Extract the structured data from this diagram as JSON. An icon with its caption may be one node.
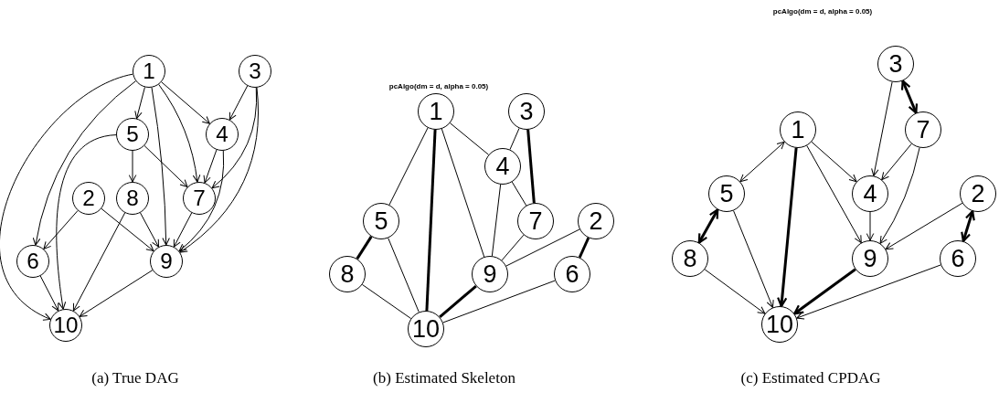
{
  "diagram": {
    "nodes": [
      {
        "text": [
          "1"
        ]
      },
      {
        "text": [
          "2"
        ]
      },
      {
        "text": [
          "3"
        ]
      },
      {
        "text": [
          "4"
        ]
      },
      {
        "text": [
          "5"
        ]
      },
      {
        "text": [
          "6"
        ]
      },
      {
        "text": [
          "7"
        ]
      },
      {
        "text": [
          "8"
        ]
      },
      {
        "text": [
          "9"
        ]
      },
      {
        "text": [
          "10"
        ]
      },
      {
        "text": [
          "1"
        ]
      },
      {
        "text": [
          "2"
        ]
      },
      {
        "text": [
          "3"
        ]
      },
      {
        "text": [
          "4"
        ]
      },
      {
        "text": [
          "5"
        ]
      },
      {
        "text": [
          "6"
        ]
      },
      {
        "text": [
          "7"
        ]
      },
      {
        "text": [
          "8"
        ]
      },
      {
        "text": [
          "9"
        ]
      },
      {
        "text": [
          "10"
        ]
      },
      {
        "text": [
          "1"
        ]
      },
      {
        "text": [
          "2"
        ]
      },
      {
        "text": [
          "3"
        ]
      },
      {
        "text": [
          "4"
        ]
      },
      {
        "text": [
          "5"
        ]
      },
      {
        "text": [
          "6"
        ]
      },
      {
        "text": [
          "7"
        ]
      },
      {
        "text": [
          "8"
        ]
      },
      {
        "text": [
          "9"
        ]
      },
      {
        "text": [
          "10"
        ]
      }
    ],
    "edges": [
      {
        "from": 0,
        "to": 4,
        "arrow": "to"
      },
      {
        "from": 0,
        "to": 3,
        "arrow": "to"
      },
      {
        "from": 0,
        "to": 6,
        "arrow": "to"
      },
      {
        "from": 0,
        "to": 8,
        "arrow": "to"
      },
      {
        "from": 0,
        "to": 5,
        "arrow": "to"
      },
      {
        "from": 0,
        "to": 9,
        "arrow": "to"
      },
      {
        "from": 2,
        "to": 3,
        "arrow": "to"
      },
      {
        "from": 2,
        "to": 6,
        "arrow": "to"
      },
      {
        "from": 2,
        "to": 8,
        "arrow": "to"
      },
      {
        "from": 4,
        "to": 7,
        "arrow": "to"
      },
      {
        "from": 4,
        "to": 6,
        "arrow": "to"
      },
      {
        "from": 4,
        "to": 9,
        "arrow": "to"
      },
      {
        "from": 3,
        "to": 6,
        "arrow": "to"
      },
      {
        "from": 3,
        "to": 8,
        "arrow": "to"
      },
      {
        "from": 1,
        "to": 5,
        "arrow": "to"
      },
      {
        "from": 1,
        "to": 8,
        "arrow": "to"
      },
      {
        "from": 7,
        "to": 8,
        "arrow": "to"
      },
      {
        "from": 7,
        "to": 9,
        "arrow": "to"
      },
      {
        "from": 6,
        "to": 8,
        "arrow": "to"
      },
      {
        "from": 5,
        "to": 9,
        "arrow": "to"
      },
      {
        "from": 8,
        "to": 9,
        "arrow": "to"
      },
      {
        "from": 10,
        "to": 14,
        "arrow": "none"
      },
      {
        "from": 10,
        "to": 19,
        "arrow": "none",
        "style": "thick"
      },
      {
        "from": 10,
        "to": 18,
        "arrow": "none"
      },
      {
        "from": 10,
        "to": 13,
        "arrow": "none"
      },
      {
        "from": 12,
        "to": 13,
        "arrow": "none"
      },
      {
        "from": 12,
        "to": 16,
        "arrow": "none",
        "style": "thick"
      },
      {
        "from": 13,
        "to": 18,
        "arrow": "none"
      },
      {
        "from": 13,
        "to": 16,
        "arrow": "none"
      },
      {
        "from": 14,
        "to": 17,
        "arrow": "none",
        "style": "thick"
      },
      {
        "from": 14,
        "to": 19,
        "arrow": "none"
      },
      {
        "from": 17,
        "to": 19,
        "arrow": "none"
      },
      {
        "from": 16,
        "to": 18,
        "arrow": "none"
      },
      {
        "from": 11,
        "to": 18,
        "arrow": "none"
      },
      {
        "from": 11,
        "to": 15,
        "arrow": "none",
        "style": "thick"
      },
      {
        "from": 18,
        "to": 19,
        "arrow": "none",
        "style": "thick"
      },
      {
        "from": 15,
        "to": 19,
        "arrow": "none"
      },
      {
        "from": 20,
        "to": 24,
        "arrow": "both"
      },
      {
        "from": 20,
        "to": 29,
        "arrow": "to",
        "style": "thick"
      },
      {
        "from": 20,
        "to": 23,
        "arrow": "to"
      },
      {
        "from": 20,
        "to": 28,
        "arrow": "to"
      },
      {
        "from": 22,
        "to": 23,
        "arrow": "to"
      },
      {
        "from": 22,
        "to": 26,
        "arrow": "both",
        "style": "thick"
      },
      {
        "from": 26,
        "to": 23,
        "arrow": "to"
      },
      {
        "from": 26,
        "to": 28,
        "arrow": "to"
      },
      {
        "from": 24,
        "to": 27,
        "arrow": "both",
        "style": "thick"
      },
      {
        "from": 24,
        "to": 29,
        "arrow": "to"
      },
      {
        "from": 27,
        "to": 29,
        "arrow": "to"
      },
      {
        "from": 23,
        "to": 28,
        "arrow": "to"
      },
      {
        "from": 21,
        "to": 28,
        "arrow": "to"
      },
      {
        "from": 21,
        "to": 25,
        "arrow": "both",
        "style": "thick"
      },
      {
        "from": 28,
        "to": 29,
        "arrow": "to",
        "style": "thick"
      },
      {
        "from": 25,
        "to": 29,
        "arrow": "to"
      }
    ],
    "labels": [
      "pcAlgo(dm = d, alpha = 0.05)",
      "pcAlgo(dm = d, alpha = 0.05)",
      "(a) True DAG",
      "(b) Estimated Skeleton",
      "(c) Estimated CPDAG"
    ]
  }
}
